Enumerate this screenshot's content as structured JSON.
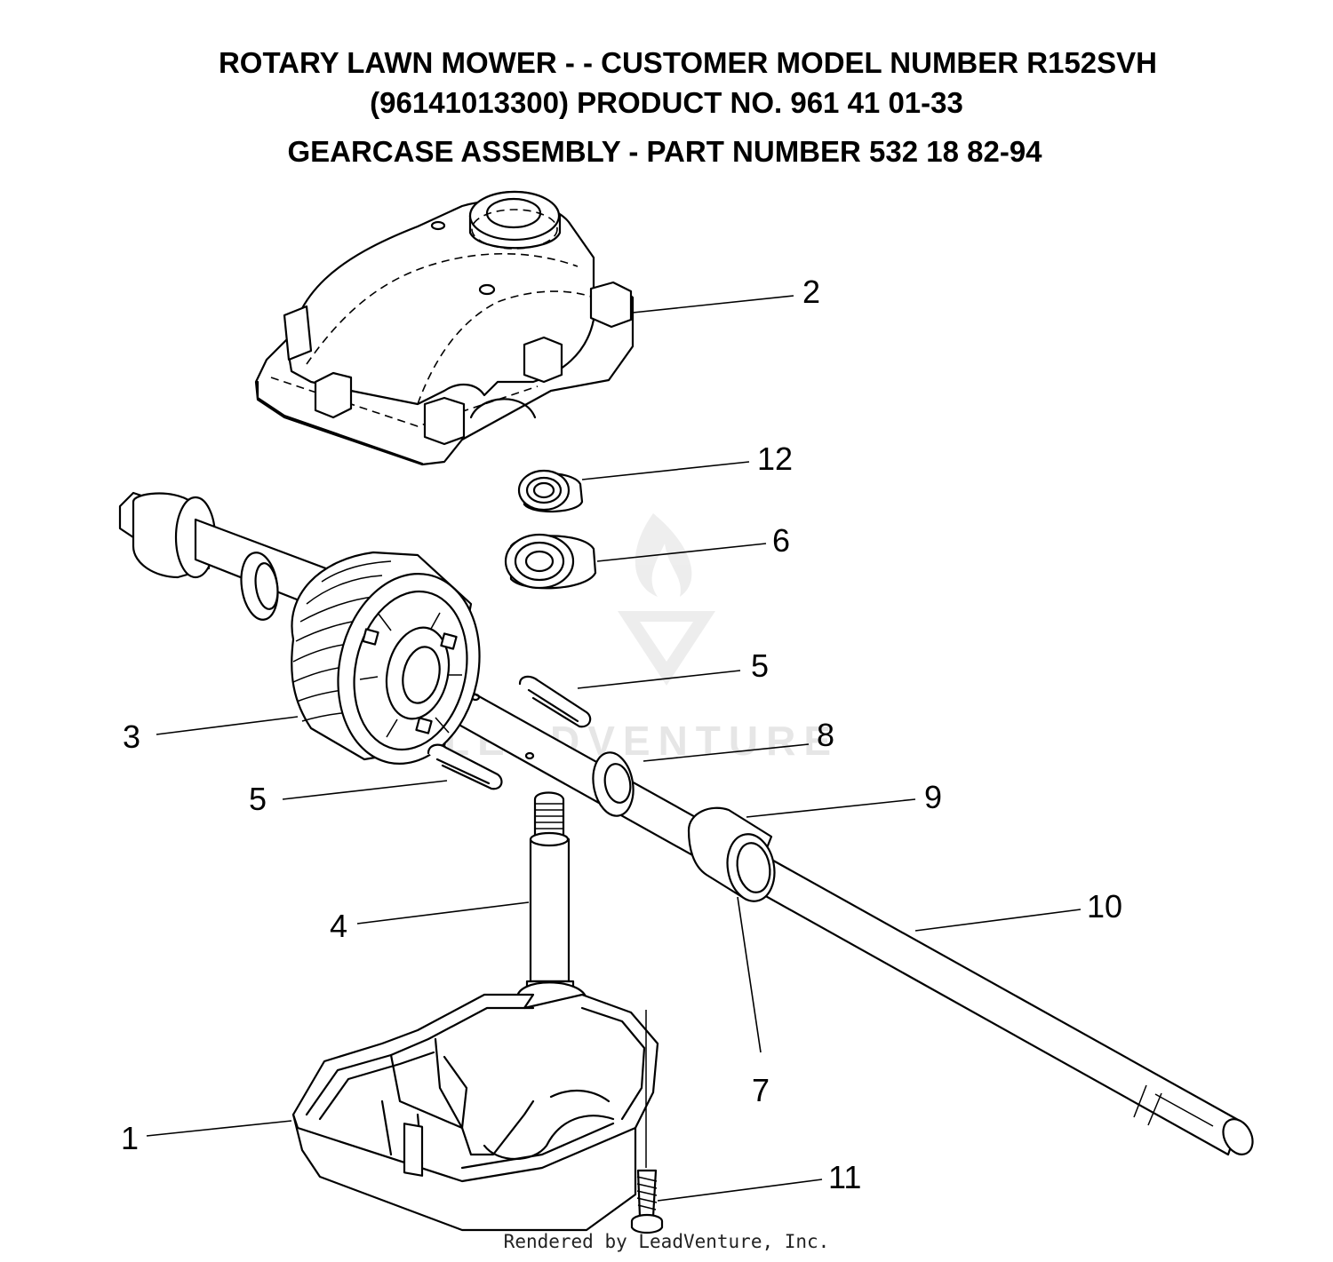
{
  "title": {
    "line1": "ROTARY LAWN MOWER - - CUSTOMER MODEL NUMBER  R152SVH",
    "line2": "(96141013300) PRODUCT NO. 961 41 01-33",
    "line3": "GEARCASE ASSEMBLY - PART NUMBER 532 18 82-94"
  },
  "callouts": {
    "c1": "1",
    "c2": "2",
    "c3": "3",
    "c4": "4",
    "c5a": "5",
    "c5b": "5",
    "c6": "6",
    "c7": "7",
    "c8": "8",
    "c9": "9",
    "c10": "10",
    "c11": "11",
    "c12": "12"
  },
  "watermark": "LEADVENTURE",
  "footer": "Rendered by LeadVenture, Inc."
}
